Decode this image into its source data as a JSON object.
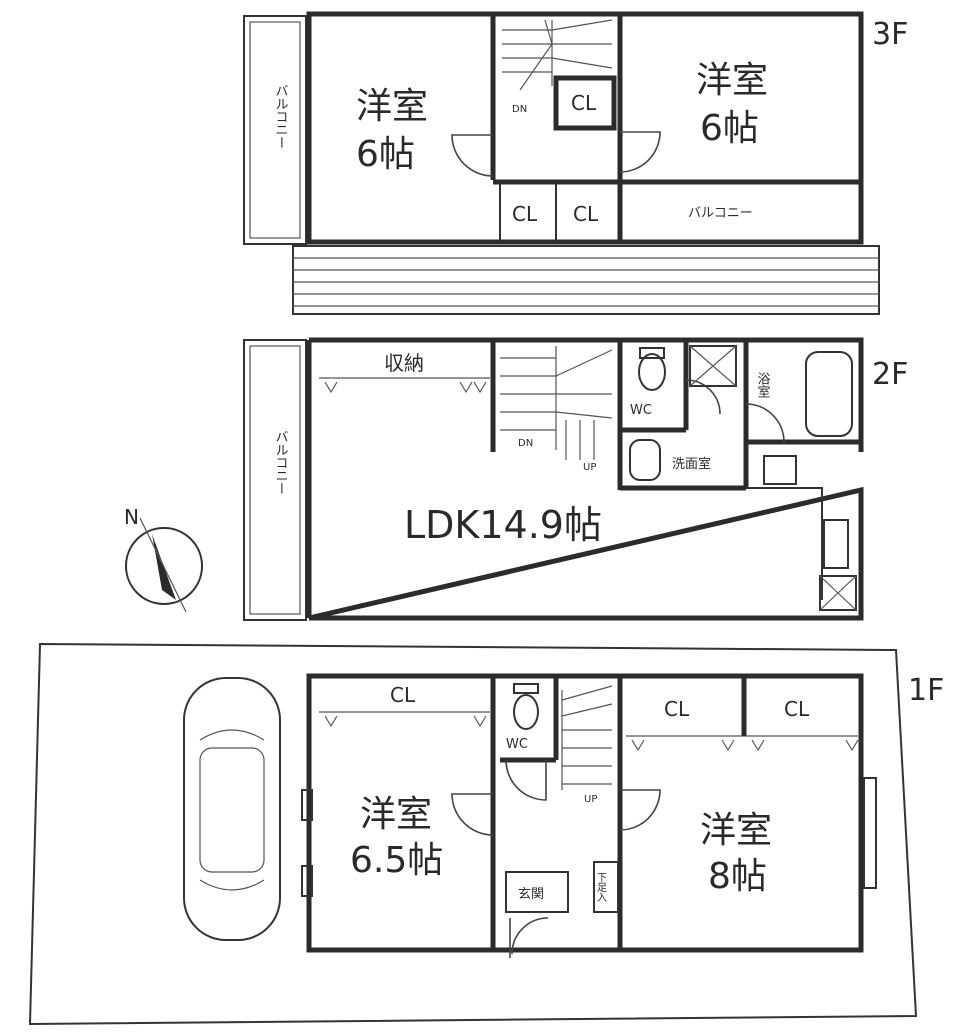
{
  "floors": {
    "f3": {
      "label": "3F",
      "room_left": {
        "name": "洋室",
        "size": "6帖"
      },
      "room_right": {
        "name": "洋室",
        "size": "6帖"
      },
      "balcony_left": "バルコニー",
      "balcony_right": "バルコニー",
      "closet_1": "CL",
      "closet_2": "CL",
      "closet_3": "CL",
      "stair_dn": "DN"
    },
    "f2": {
      "label": "2F",
      "storage": "収納",
      "ldk": "LDK14.9帖",
      "wc": "WC",
      "washroom": "洗面室",
      "bath": "浴室",
      "balcony": "バルコニー",
      "stair_dn": "DN",
      "stair_up": "UP"
    },
    "f1": {
      "label": "1F",
      "closet_top": "CL",
      "wc": "WC",
      "room_left": {
        "name": "洋室",
        "size": "6.5帖"
      },
      "room_right": {
        "name": "洋室",
        "size": "8帖"
      },
      "closet_right_1": "CL",
      "closet_right_2": "CL",
      "entrance": "玄関",
      "shoe_storage": "下足入",
      "stair_up": "UP"
    }
  },
  "compass": {
    "label": "N"
  }
}
